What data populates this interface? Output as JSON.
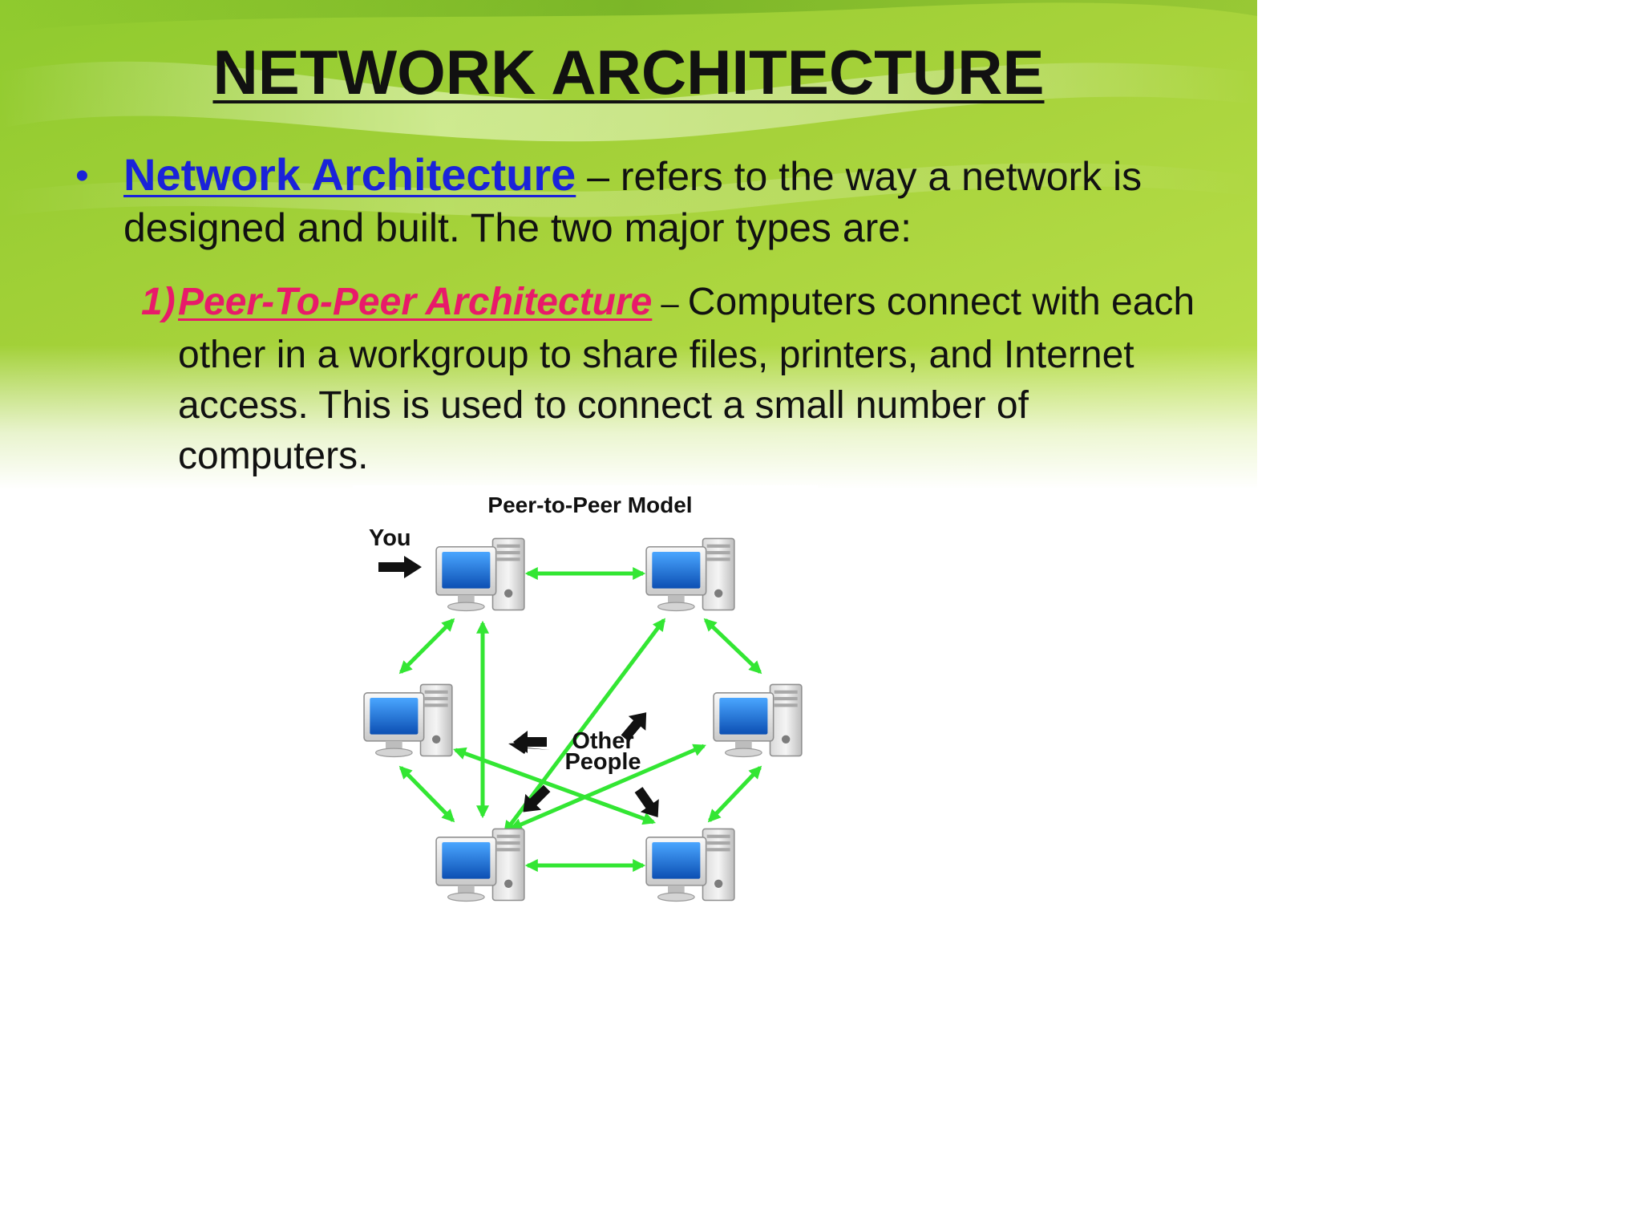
{
  "slide": {
    "title": "NETWORK ARCHITECTURE",
    "bullet": {
      "term": "Network Architecture",
      "text": " – refers to the way a network is designed and built.  The two major types are:"
    },
    "item": {
      "number": "1)",
      "term": "Peer-To-Peer Architecture",
      "dash": " – ",
      "text": "Computers connect with each other in a workgroup to share files, printers, and Internet access.   This is used to connect a small number of computers."
    }
  },
  "diagram": {
    "title": "Peer-to-Peer Model",
    "you_label": "You",
    "others_label_line1": "Other",
    "others_label_line2": "People"
  },
  "colors": {
    "title": "#111111",
    "term_blue": "#1a23d9",
    "term_pink": "#e81a6a",
    "link_green": "#33e633",
    "arrow_black": "#111111",
    "screen_blue": "#1f76d6"
  }
}
